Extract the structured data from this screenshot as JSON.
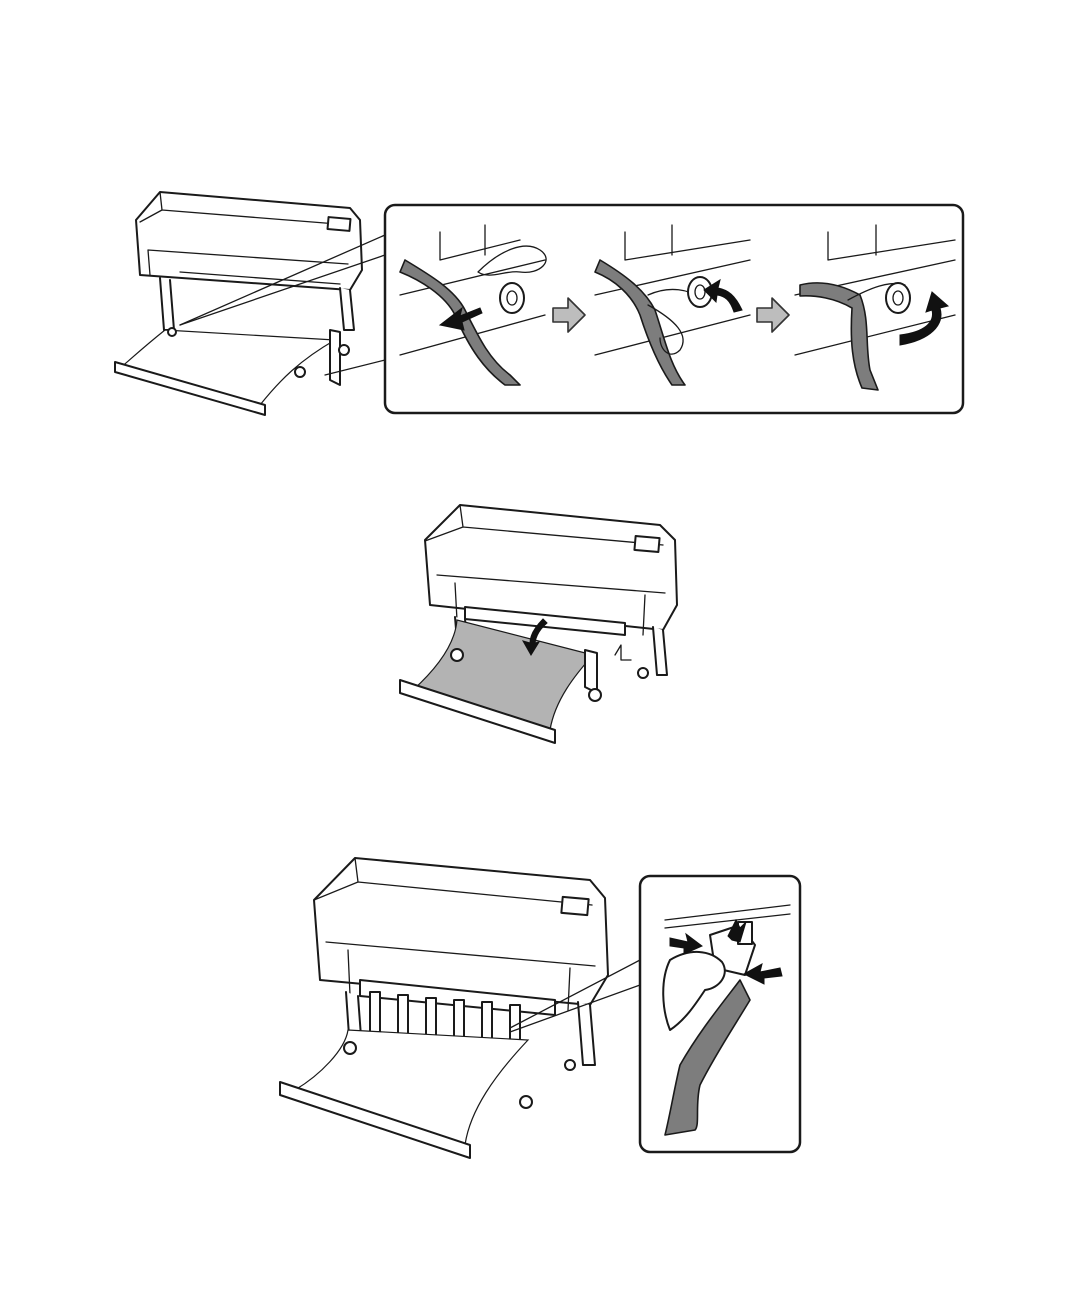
{
  "figures": [
    {
      "id": "figure-1",
      "description_visible_text": ""
    },
    {
      "id": "figure-2",
      "description_visible_text": ""
    },
    {
      "id": "figure-3",
      "description_visible_text": ""
    }
  ],
  "colors": {
    "line": "#1a1a1a",
    "strap": "#7d7d7d",
    "paper_grey": "#b3b3b3",
    "step_arrow": "#bdbdbd"
  },
  "icons": [
    "step-arrow-icon",
    "pull-arrow-icon",
    "rotate-arrow-icon",
    "press-arrow-icon"
  ]
}
